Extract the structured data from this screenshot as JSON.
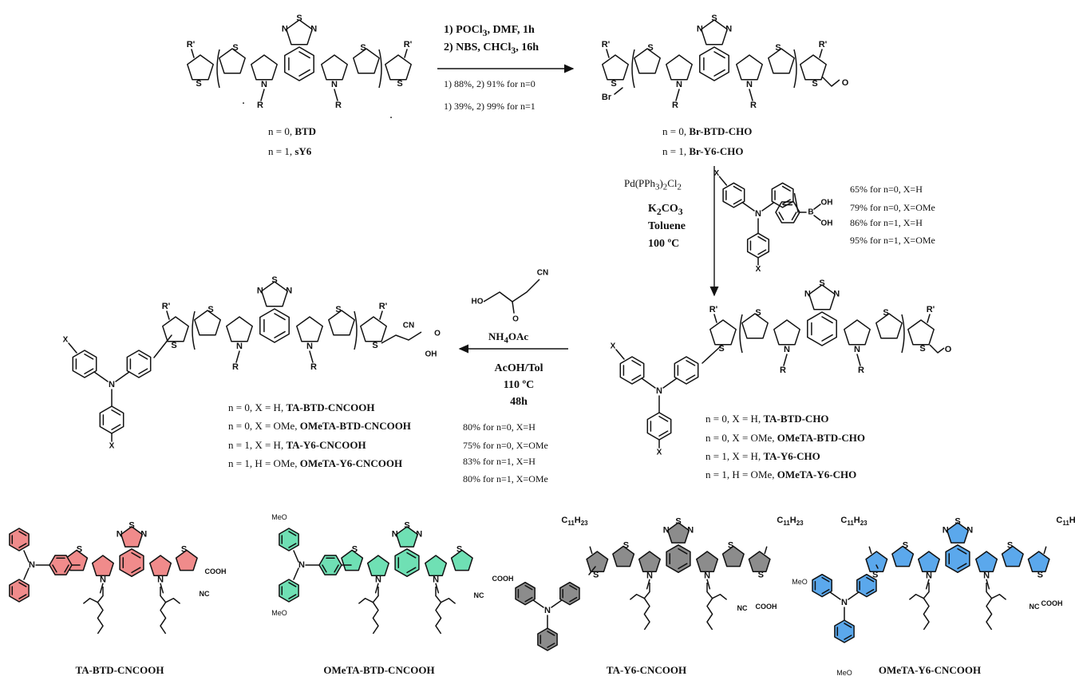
{
  "colors": {
    "ink": "#111111",
    "ta_btd_core": "#f08b8b",
    "ometa_btd_core": "#6fe0b4",
    "ta_y6_core": "#8c8c8c",
    "ometa_y6_core": "#5ba8ec"
  },
  "step1": {
    "reagent_1": "1) POCl",
    "reagent_1_sub": "3",
    "reagent_1_rest": ", DMF, 1h",
    "reagent_2": "2) NBS, CHCl",
    "reagent_2_sub": "3",
    "reagent_2_rest": ", 16h",
    "yield_n0": "1) 88%, 2) 91% for n=0",
    "yield_n1": "1) 39%, 2) 99% for n=1"
  },
  "start_material": {
    "label_n0_prefix": "n = 0, ",
    "label_n0_name": "BTD",
    "label_n1_prefix": "n = 1, ",
    "label_n1_name": "sY6"
  },
  "brominated": {
    "label_n0_prefix": "n = 0, ",
    "label_n0_name": "Br-BTD-CHO",
    "label_n1_prefix": "n = 1, ",
    "label_n1_name": "Br-Y6-CHO"
  },
  "step2": {
    "catalyst": "Pd(PPh",
    "catalyst_sub1": "3",
    "catalyst_mid": ")",
    "catalyst_sub2": "2",
    "catalyst_end": "Cl",
    "catalyst_sub3": "2",
    "base": "K",
    "base_sub": "2",
    "base_end": "CO",
    "base_sub2": "3",
    "solvent": "Toluene",
    "temperature": "100 ºC",
    "yields": [
      "65% for n=0, X=H",
      "79% for n=0, X=OMe",
      "86% for n=1, X=H",
      "95% for n=1, X=OMe"
    ]
  },
  "aldehydes": {
    "labels": [
      {
        "prefix": "n = 0, X = H, ",
        "name": "TA-BTD-CHO"
      },
      {
        "prefix": "n = 0, X = OMe, ",
        "name": "OMeTA-BTD-CHO"
      },
      {
        "prefix": "n = 1, X = H, ",
        "name": "TA-Y6-CHO"
      },
      {
        "prefix": "n = 1, H = OMe, ",
        "name": "OMeTA-Y6-CHO"
      }
    ]
  },
  "step3": {
    "reagent": "NH",
    "reagent_sub": "4",
    "reagent_end": "OAc",
    "solvent": "AcOH/Tol",
    "temperature": "110 ºC",
    "time": "48h",
    "yields": [
      "80% for n=0, X=H",
      "75% for n=0, X=OMe",
      "83% for n=1, X=H",
      "80% for n=1, X=OMe"
    ]
  },
  "acids": {
    "labels": [
      {
        "prefix": "n = 0, X = H, ",
        "name": "TA-BTD-CNCOOH"
      },
      {
        "prefix": "n = 0, X = OMe, ",
        "name": "OMeTA-BTD-CNCOOH"
      },
      {
        "prefix": "n = 1, X = H, ",
        "name": "TA-Y6-CNCOOH"
      },
      {
        "prefix": "n = 1, H = OMe, ",
        "name": "OMeTA-Y6-CNCOOH"
      }
    ]
  },
  "atoms": {
    "S": "S",
    "N": "N",
    "R": "R",
    "Rp": "R'",
    "Br": "Br",
    "X": "X",
    "O": "O",
    "OH": "OH",
    "HO": "HO",
    "B": "B",
    "CN": "CN",
    "NC": "NC",
    "COOH": "COOH",
    "MeO": "MeO",
    "C11H23": "C",
    "C11H23_sub": "11",
    "H23": "H",
    "H23_sub": "23",
    "dot": "."
  },
  "captions": [
    "TA-BTD-CNCOOH",
    "OMeTA-BTD-CNCOOH",
    "TA-Y6-CNCOOH",
    "OMeTA-Y6-CNCOOH"
  ]
}
